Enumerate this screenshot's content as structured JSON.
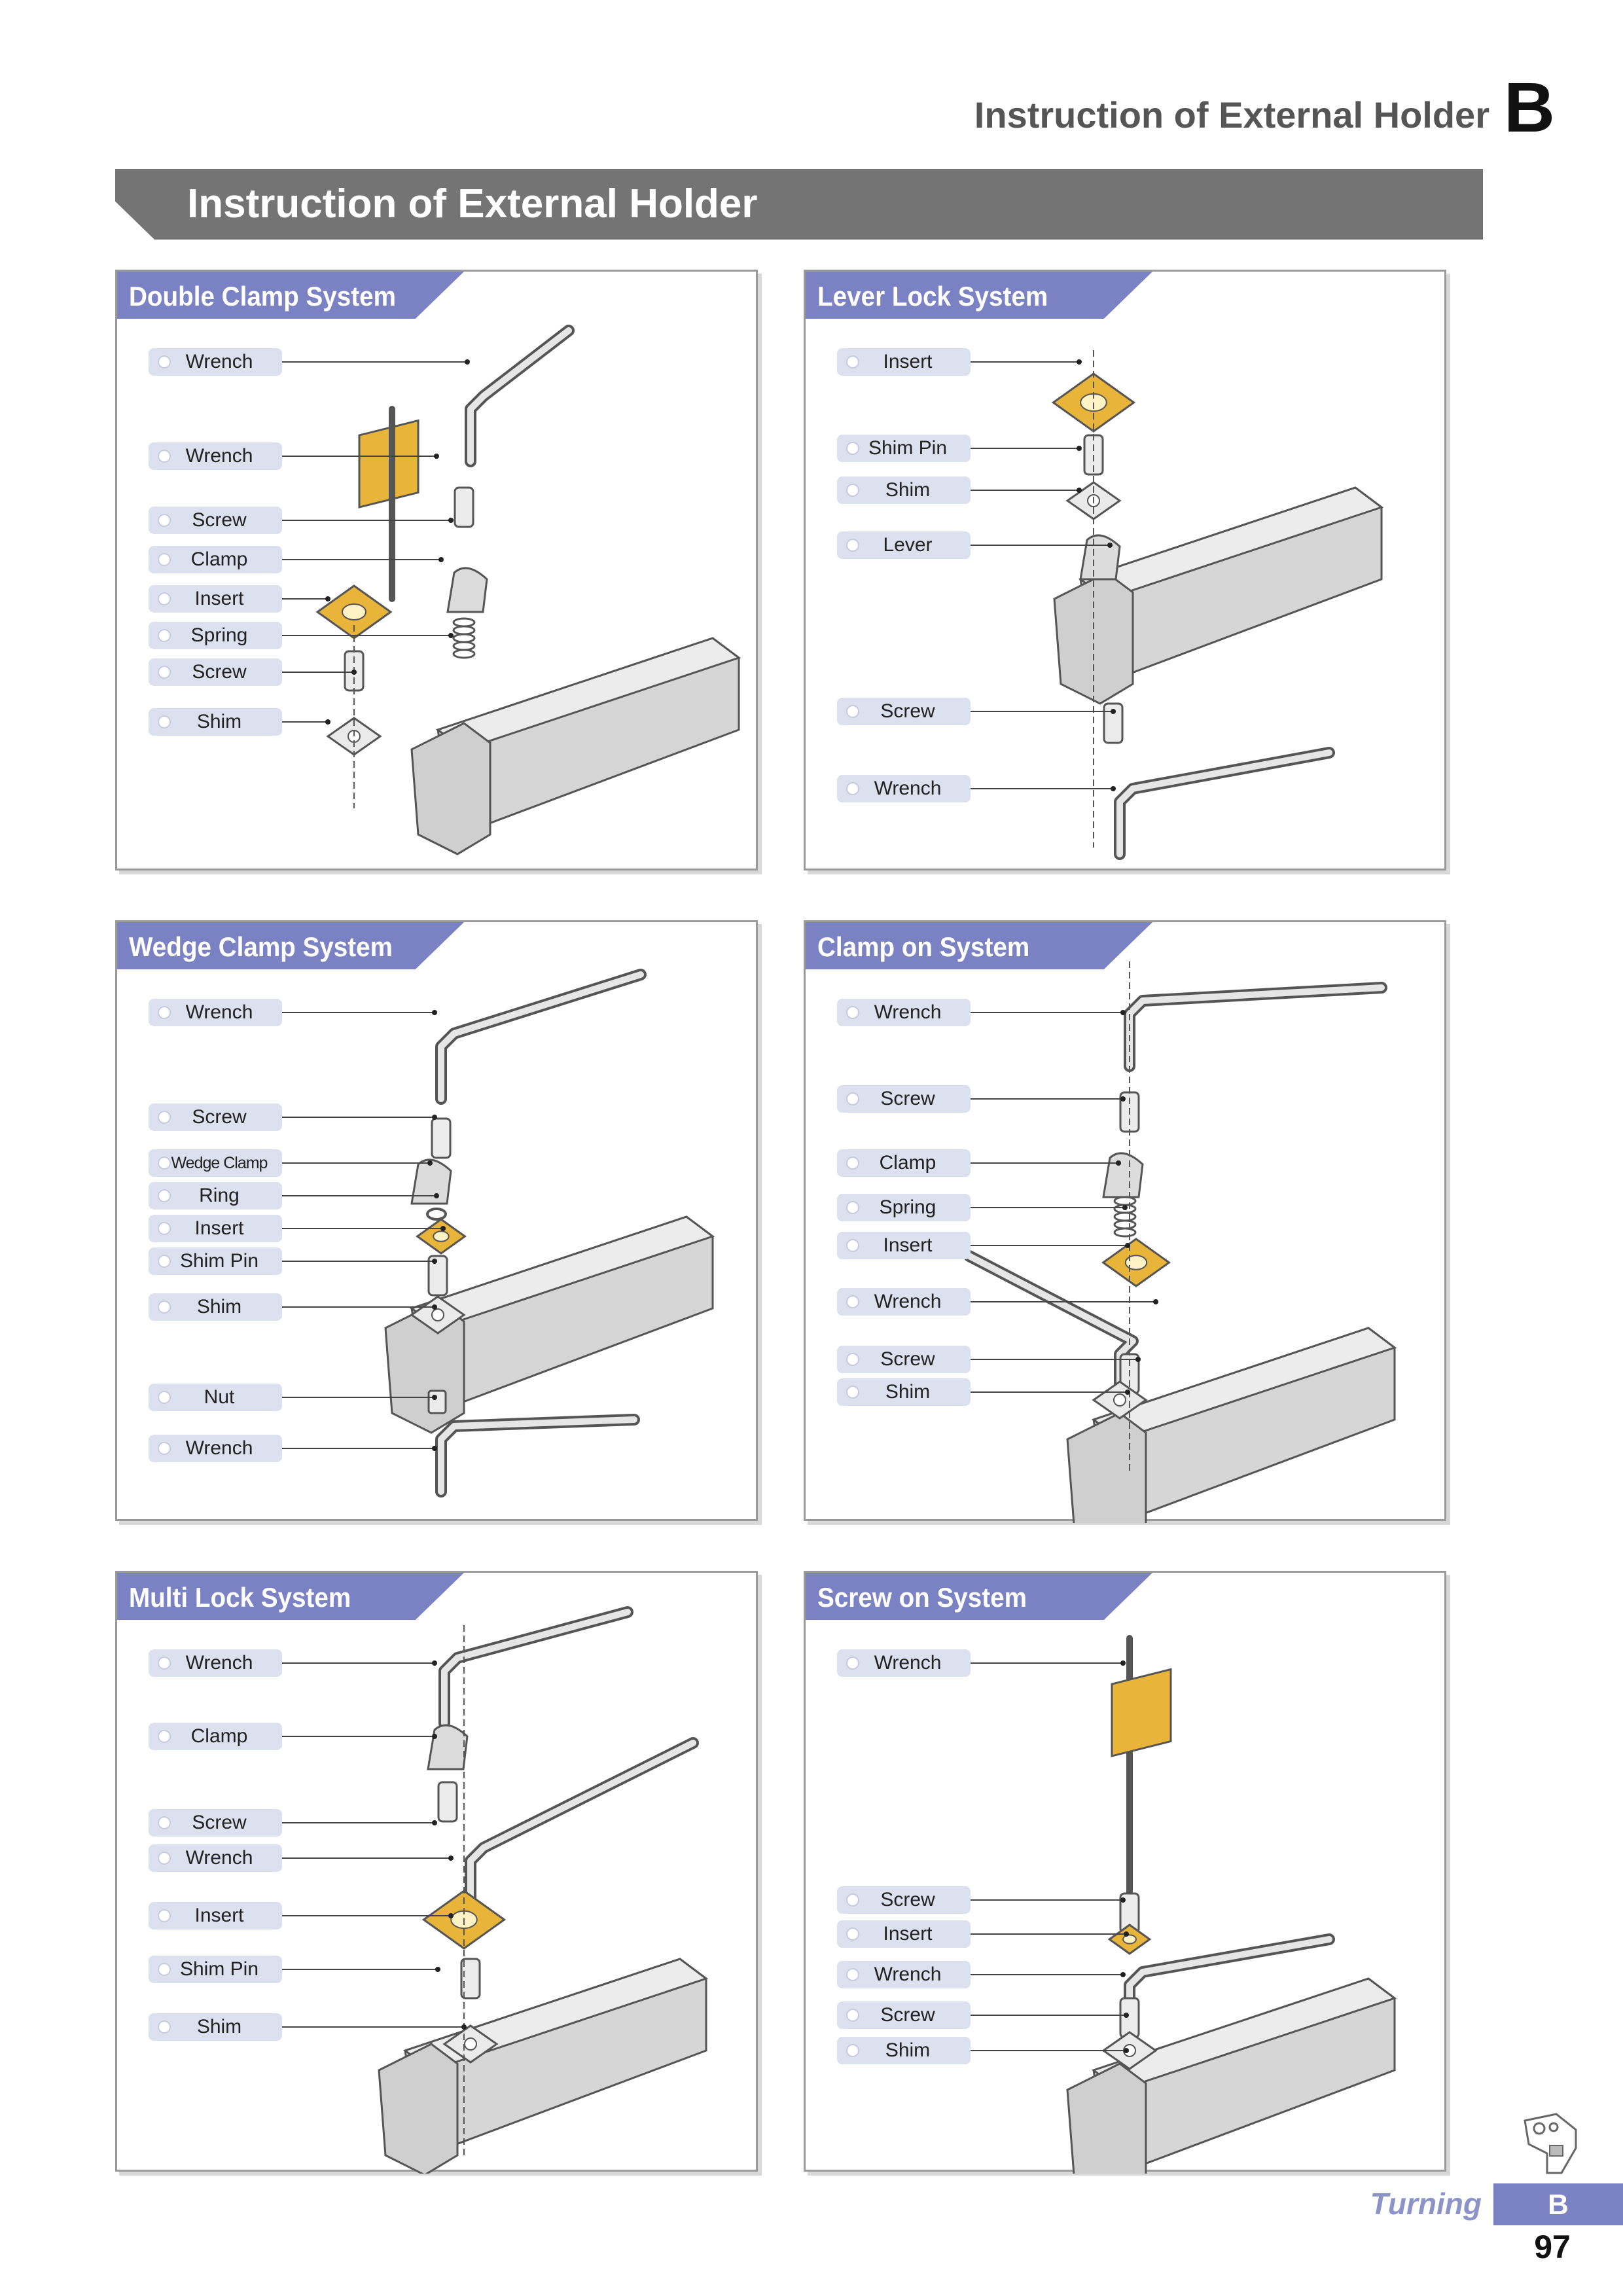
{
  "header": {
    "title": "Instruction of External Holder",
    "section_letter": "B"
  },
  "banner": {
    "title": "Instruction of External Holder"
  },
  "panels": [
    {
      "title": "Double Clamp System",
      "labels": [
        "Wrench",
        "Wrench",
        "Screw",
        "Clamp",
        "Insert",
        "Spring",
        "Screw",
        "Shim"
      ]
    },
    {
      "title": "Lever Lock System",
      "labels": [
        "Insert",
        "Shim Pin",
        "Shim",
        "Lever",
        "Screw",
        "Wrench"
      ]
    },
    {
      "title": "Wedge Clamp System",
      "labels": [
        "Wrench",
        "Screw",
        "Wedge Clamp",
        "Ring",
        "Insert",
        "Shim Pin",
        "Shim",
        "Nut",
        "Wrench"
      ]
    },
    {
      "title": "Clamp on System",
      "labels": [
        "Wrench",
        "Screw",
        "Clamp",
        "Spring",
        "Insert",
        "Wrench",
        "Screw",
        "Shim"
      ]
    },
    {
      "title": "Multi Lock System",
      "labels": [
        "Wrench",
        "Clamp",
        "Screw",
        "Wrench",
        "Insert",
        "Shim Pin",
        "Shim"
      ]
    },
    {
      "title": "Screw on System",
      "labels": [
        "Wrench",
        "Screw",
        "Insert",
        "Wrench",
        "Screw",
        "Shim"
      ]
    }
  ],
  "footer": {
    "section_name": "Turning",
    "section_letter": "B",
    "page_number": "97"
  },
  "colors": {
    "accent": "#7a82c4",
    "banner": "#747474",
    "insert": "#e8b43a",
    "label_bg": "#dde0ef"
  }
}
